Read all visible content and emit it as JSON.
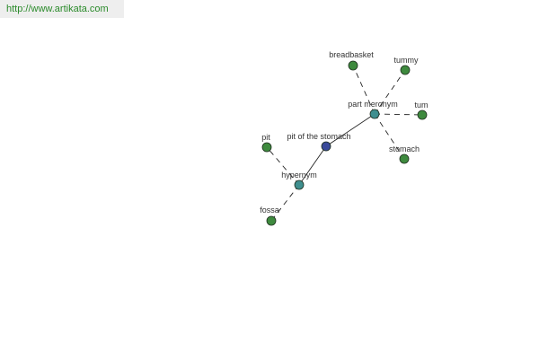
{
  "site": {
    "url": "http://www.artikata.com"
  },
  "colors": {
    "center_node": "#3a4a9a",
    "relation_node": "#3f8f8f",
    "term_node": "#3e8a3e",
    "node_stroke": "#1f2f1f",
    "edge": "#222222",
    "banner_text": "#2a8a2a"
  },
  "graph": {
    "nodes": [
      {
        "id": "center",
        "label": "pit of the stomach",
        "kind": "center"
      },
      {
        "id": "meronym",
        "label": "part meronym",
        "kind": "relation"
      },
      {
        "id": "hypernym",
        "label": "hypernym",
        "kind": "relation"
      },
      {
        "id": "breadbasket",
        "label": "breadbasket",
        "kind": "term"
      },
      {
        "id": "tummy",
        "label": "tummy",
        "kind": "term"
      },
      {
        "id": "tum",
        "label": "tum",
        "kind": "term"
      },
      {
        "id": "stomach",
        "label": "stomach",
        "kind": "term"
      },
      {
        "id": "pit",
        "label": "pit",
        "kind": "term"
      },
      {
        "id": "fossa",
        "label": "fossa",
        "kind": "term"
      }
    ],
    "edges": [
      {
        "from": "center",
        "to": "meronym",
        "style": "solid"
      },
      {
        "from": "center",
        "to": "hypernym",
        "style": "solid"
      },
      {
        "from": "meronym",
        "to": "breadbasket",
        "style": "dashed"
      },
      {
        "from": "meronym",
        "to": "tummy",
        "style": "dashed"
      },
      {
        "from": "meronym",
        "to": "tum",
        "style": "dashed"
      },
      {
        "from": "meronym",
        "to": "stomach",
        "style": "dashed"
      },
      {
        "from": "hypernym",
        "to": "pit",
        "style": "dashed"
      },
      {
        "from": "hypernym",
        "to": "fossa",
        "style": "dashed"
      }
    ]
  }
}
